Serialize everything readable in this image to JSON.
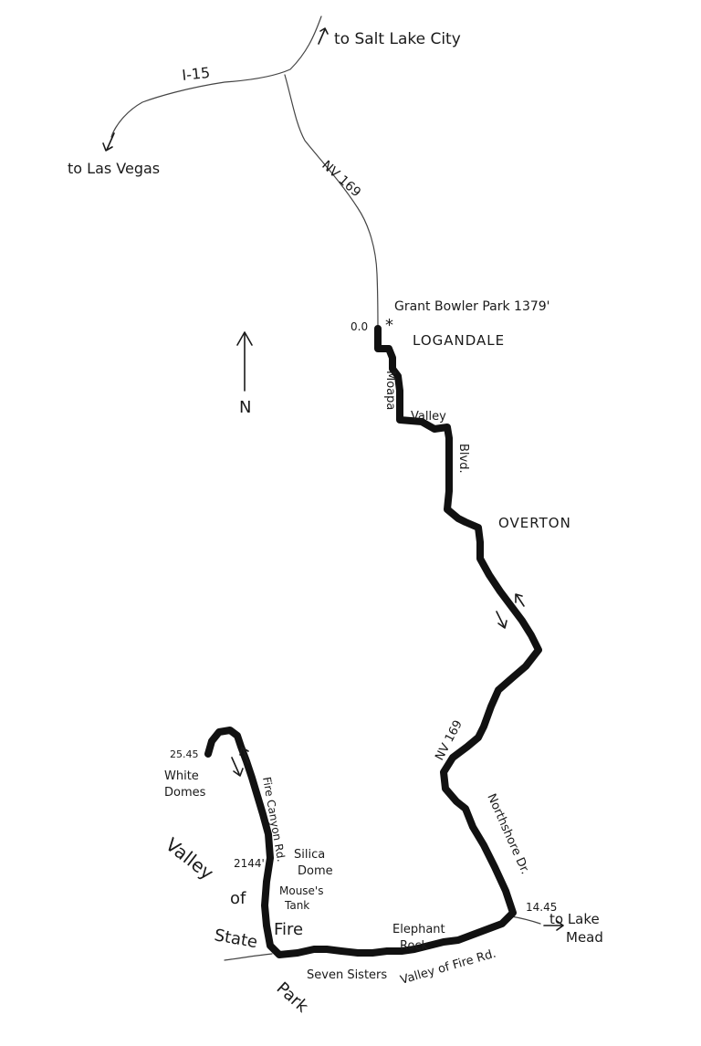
{
  "roads": {
    "interstate": "I-15",
    "nv169_north": "NV 169",
    "nv169_south": "NV 169",
    "moapa": "Moapa",
    "valley": "Valley",
    "blvd": "Blvd.",
    "northshore": "Northshore Dr.",
    "fire_canyon": "Fire Canyon Rd.",
    "valley_of_fire_rd": "Valley of Fire Rd."
  },
  "destinations": {
    "salt_lake_city": "to Salt Lake City",
    "las_vegas": "to Las Vegas",
    "lake_mead_line1": "to Lake",
    "lake_mead_line2": "Mead"
  },
  "towns": {
    "logandale": "LOGANDALE",
    "overton": "OVERTON"
  },
  "start": {
    "mileage": "0.0",
    "marker": "*",
    "label": "Grant Bowler Park 1379'"
  },
  "turnaround": {
    "mileage": "25.45",
    "line1": "White",
    "line2": "Domes"
  },
  "junction": {
    "mileage": "14.45"
  },
  "landmarks": {
    "silica_line1": "Silica",
    "silica_line2": "Dome",
    "elevation": "2144'",
    "mouses_line1": "Mouse's",
    "mouses_line2": "Tank",
    "elephant_line1": "Elephant",
    "elephant_line2": "Rock",
    "seven_sisters": "Seven Sisters"
  },
  "park_label": {
    "word1": "Valley",
    "word2": "of",
    "word3": "Fire",
    "word4": "State",
    "word5": "Park"
  },
  "north_arrow": {
    "label": "N"
  },
  "colors": {
    "ink": "#111111",
    "thin_road": "#444444",
    "paper": "#ffffff"
  }
}
